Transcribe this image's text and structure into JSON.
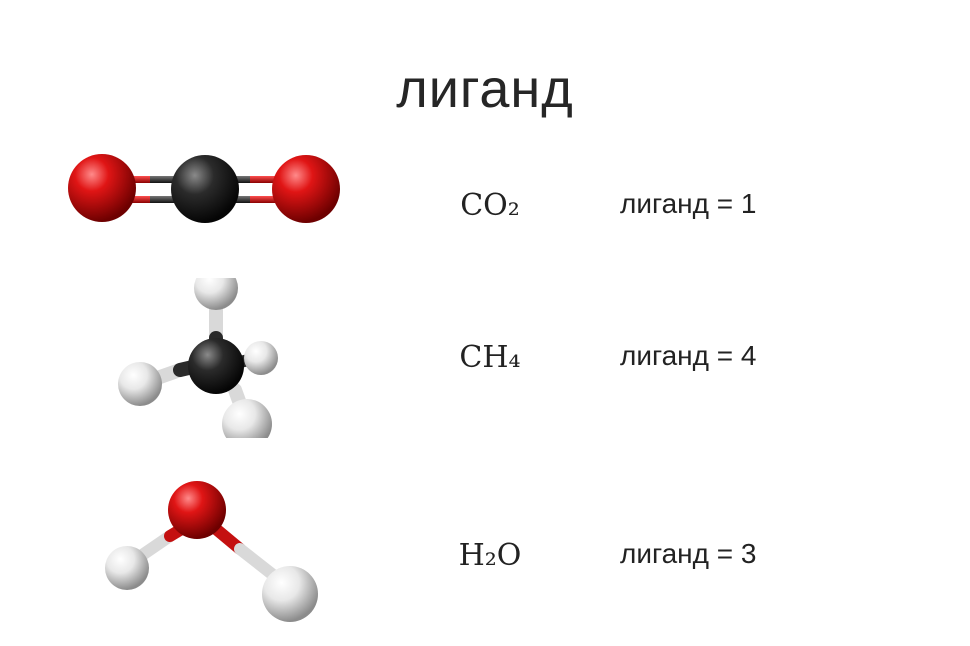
{
  "title": "лиганд",
  "colors": {
    "oxygen": "#d10f10",
    "carbon": "#1f1f1f",
    "hydrogen": "#e6e6e6",
    "text": "#222222"
  },
  "molecules": [
    {
      "formula": "CO₂",
      "label": "лиганд = 1",
      "model": "co2-ball-and-stick-model"
    },
    {
      "formula": "CH₄",
      "label": "лиганд = 4",
      "model": "ch4-ball-and-stick-model"
    },
    {
      "formula": "H₂O",
      "label": "лиганд = 3",
      "model": "h2o-ball-and-stick-model"
    }
  ]
}
